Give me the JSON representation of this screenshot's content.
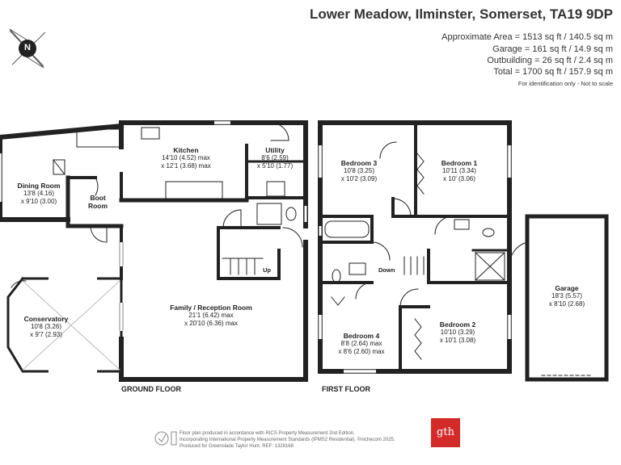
{
  "header": {
    "address": "Lower Meadow, Ilminster, Somerset, TA19 9DP",
    "areas": [
      "Approximate Area = 1513 sq ft / 140.5 sq m",
      "Garage = 161 sq ft / 14.9 sq m",
      "Outbuilding = 26 sq ft / 2.4 sq m",
      "Total = 1700 sq ft / 157.9 sq m"
    ],
    "identification": "For identification only - Not to scale"
  },
  "compass": {
    "label": "N"
  },
  "ground_floor": {
    "label": "GROUND FLOOR",
    "rooms": {
      "kitchen": {
        "name": "Kitchen",
        "dims1": "14'10 (4.52) max",
        "dims2": "x 12'1 (3.68) max"
      },
      "utility": {
        "name": "Utility",
        "dims1": "8'6 (2.59)",
        "dims2": "x 5'10 (1.77)"
      },
      "dining": {
        "name": "Dining Room",
        "dims1": "13'8 (4.16)",
        "dims2": "x 9'10 (3.00)"
      },
      "boot": {
        "name": "Boot",
        "name2": "Room"
      },
      "family": {
        "name": "Family / Reception Room",
        "dims1": "21'1 (6.42) max",
        "dims2": "x 20'10 (6.36) max"
      },
      "conservatory": {
        "name": "Conservatory",
        "dims1": "10'8 (3.26)",
        "dims2": "x 9'7 (2.93)"
      }
    },
    "stair_label": "Up"
  },
  "first_floor": {
    "label": "FIRST FLOOR",
    "rooms": {
      "bed3": {
        "name": "Bedroom 3",
        "dims1": "10'8 (3.25)",
        "dims2": "x 10'2 (3.09)"
      },
      "bed1": {
        "name": "Bedroom 1",
        "dims1": "10'11 (3.34)",
        "dims2": "x 10' (3.06)"
      },
      "bed4": {
        "name": "Bedroom 4",
        "dims1": "8'8 (2.64) max",
        "dims2": "x 8'6 (2.60) max"
      },
      "bed2": {
        "name": "Bedroom 2",
        "dims1": "10'10 (3.29)",
        "dims2": "x 10'1 (3.08)"
      }
    },
    "stair_label": "Down"
  },
  "garage": {
    "name": "Garage",
    "dims1": "18'3 (5.57)",
    "dims2": "x 8'10 (2.68)"
  },
  "footer": {
    "line1": "Floor plan produced in accordance with RICS Property Measurement 2nd Edition,",
    "line2": "Incorporating International Property Measurement Standards (IPMS2 Residential).  ©nichecom 2025.",
    "line3": "Produced for Greenslade Taylor Hunt.  REF: 1328168",
    "logo": "gth"
  }
}
